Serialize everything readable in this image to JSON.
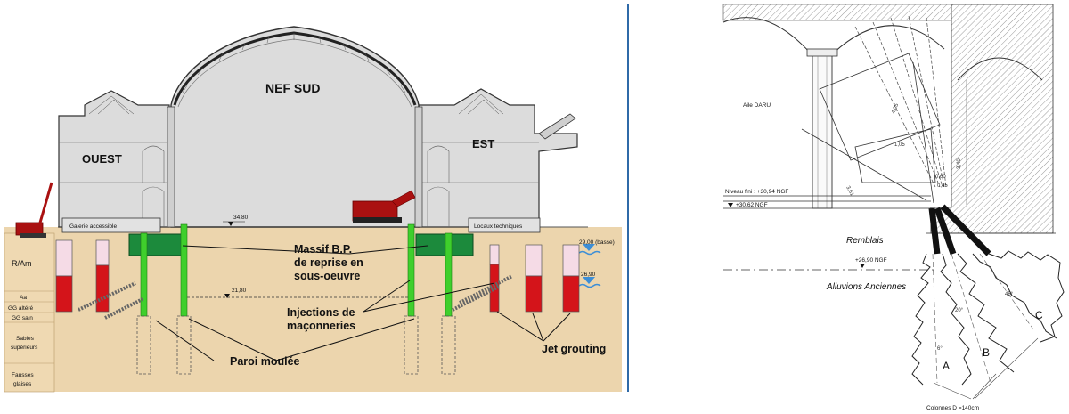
{
  "left": {
    "labels": {
      "nef_sud": "NEF SUD",
      "ouest": "OUEST",
      "est": "EST",
      "galerie": "Galerie accessible",
      "locaux": "Locaux techniques",
      "massif": "Massif B.P.",
      "reprise": "de reprise en",
      "sous_oeuvre": "sous-oeuvre",
      "injections1": "Injections de",
      "injections2": "maçonneries",
      "paroi": "Paroi moulée",
      "jet": "Jet grouting",
      "level_ground": "34,80",
      "level_mid": "21,80",
      "level_water1": "29,00 (basse)",
      "level_water2": "26,90"
    },
    "strata": [
      "R/Am",
      "Aa",
      "GG altéré",
      "GG sain",
      "Sables",
      "supérieurs",
      "Fausses",
      "glaises"
    ]
  },
  "right": {
    "labels": {
      "aile": "Aile DARU",
      "niveau": "Niveau fini : +30,94 NGF",
      "level_0": "+30,62 NGF",
      "remblais": "Remblais",
      "level_1": "+26,90 NGF",
      "alluvions": "Alluvions Anciennes",
      "col_a": "A",
      "col_b": "B",
      "col_c": "C",
      "colonnes": "Colonnes D =140cm",
      "dim_1": "4,05",
      "dim_2": "1,05",
      "dim_3": "3,61",
      "dim_4": "3,40",
      "dim_5": "0,60",
      "dim_6": "0,45",
      "ang_1": "20°",
      "ang_2": "45°",
      "ang_3": "6°"
    }
  },
  "colors": {
    "soil": "#ecd5ad",
    "building": "#dcdcdc",
    "green": "#1c8a3c",
    "bright_green": "#3fcf2c",
    "red": "#d4141a",
    "pink": "#f5dbe6",
    "water": "#3d8ed6",
    "divider": "#2f6aa8"
  }
}
